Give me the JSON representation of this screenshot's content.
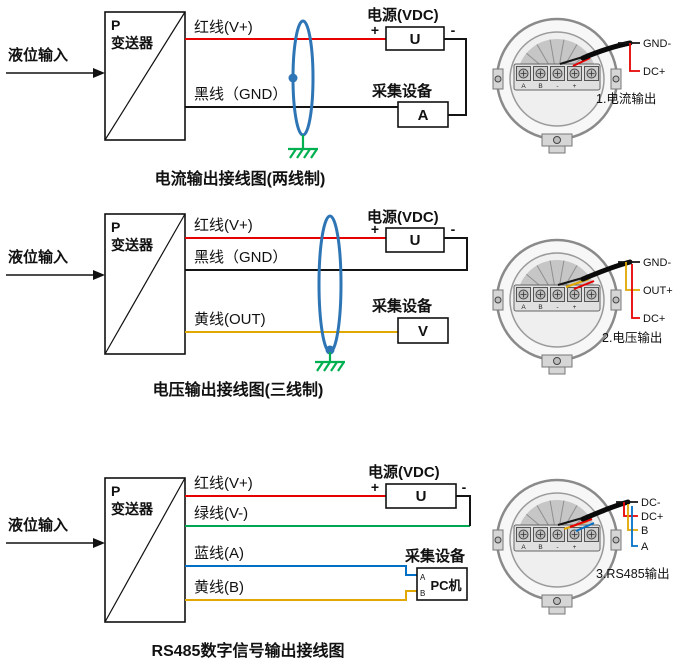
{
  "palette": {
    "red": "#e60000",
    "black": "#141414",
    "blue": "#0070c6",
    "green": "#00a651",
    "yellow": "#e0a800",
    "shield": "#2e75b6",
    "ground": "#00b050"
  },
  "sections": [
    {
      "caption": "电流输出接线图(两线制)",
      "input_label": "液位输入",
      "transmitter": {
        "line1": "P",
        "line2": "变送器"
      },
      "wires": {
        "red": "红线(V+)",
        "black": "黑线（GND）"
      },
      "power": {
        "title": "电源(VDC)",
        "plus": "+",
        "minus": "-",
        "symbol": "U"
      },
      "collector": {
        "title": "采集设备",
        "symbol": "A"
      },
      "device": {
        "terminals": [
          "A",
          "B",
          "-",
          "+"
        ],
        "leads": [
          {
            "label": "GND-",
            "color": "black"
          },
          {
            "label": "DC+",
            "color": "red"
          }
        ],
        "caption": "1.电流输出"
      }
    },
    {
      "caption": "电压输出接线图(三线制)",
      "input_label": "液位输入",
      "transmitter": {
        "line1": "P",
        "line2": "变送器"
      },
      "wires": {
        "red": "红线(V+)",
        "black": "黑线（GND）",
        "yellow": "黄线(OUT)"
      },
      "power": {
        "title": "电源(VDC)",
        "plus": "+",
        "minus": "-",
        "symbol": "U"
      },
      "collector": {
        "title": "采集设备",
        "symbol": "V"
      },
      "device": {
        "terminals": [
          "A",
          "B",
          "-",
          "+"
        ],
        "leads": [
          {
            "label": "GND-",
            "color": "black"
          },
          {
            "label": "OUT+",
            "color": "yellow"
          },
          {
            "label": "DC+",
            "color": "red"
          }
        ],
        "caption": "2.电压输出"
      }
    },
    {
      "caption": "RS485数字信号输出接线图",
      "input_label": "液位输入",
      "transmitter": {
        "line1": "P",
        "line2": "变送器"
      },
      "wires": {
        "red": "红线(V+)",
        "green": "绿线(V-)",
        "blue": "蓝线(A)",
        "yellow": "黄线(B)"
      },
      "power": {
        "title": "电源(VDC)",
        "plus": "+",
        "minus": "-",
        "symbol": "U"
      },
      "collector": {
        "title": "采集设备",
        "symbol": "PC机",
        "ports": [
          "A",
          "B"
        ]
      },
      "device": {
        "terminals": [
          "A",
          "B",
          "-",
          "+"
        ],
        "leads": [
          {
            "label": "DC-",
            "color": "black"
          },
          {
            "label": "DC+",
            "color": "red"
          },
          {
            "label": "B",
            "color": "yellow"
          },
          {
            "label": "A",
            "color": "blue"
          }
        ],
        "caption": "3.RS485输出"
      }
    }
  ]
}
